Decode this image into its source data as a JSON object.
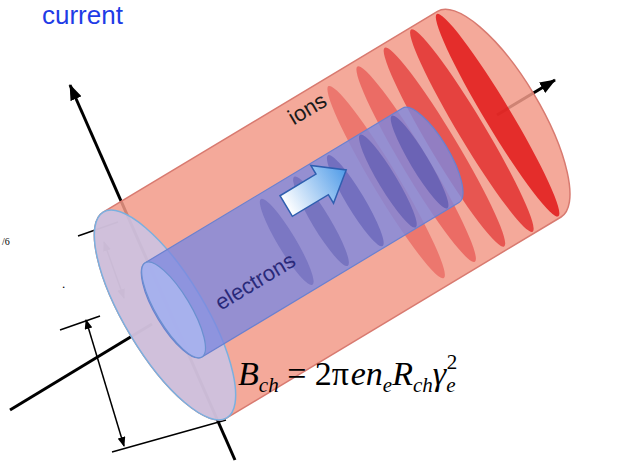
{
  "diagram": {
    "nodes": [
      {
        "text": [
          "ions"
        ]
      },
      {
        "text": [
          "electrons"
        ],
        "in": 0
      }
    ],
    "labels": [
      "current",
      "/6",
      ".",
      "B",
      "ch",
      "= 2π",
      "en",
      "e",
      "R",
      "ch",
      "γ",
      "e",
      "2"
    ]
  }
}
